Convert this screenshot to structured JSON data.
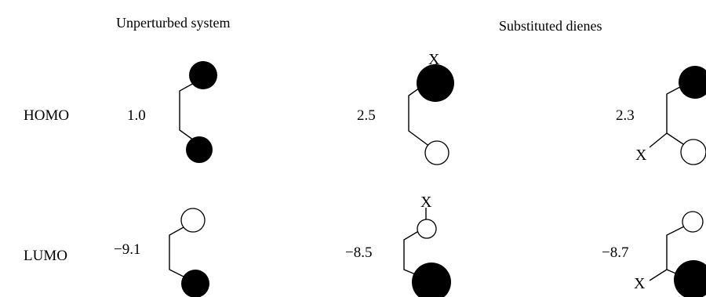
{
  "headers": {
    "unperturbed": "Unperturbed system",
    "substituted": "Substituted dienes"
  },
  "rows": {
    "homo": "HOMO",
    "lumo": "LUMO"
  },
  "energies": {
    "homo_unperturbed": "1.0",
    "homo_sub1": "2.5",
    "homo_sub2": "2.3",
    "lumo_unperturbed": "−9.1",
    "lumo_sub1": "−8.5",
    "lumo_sub2": "−8.7"
  },
  "substituent": "X",
  "colors": {
    "filled_lobe": "#000000",
    "empty_lobe": "#ffffff",
    "line": "#000000"
  }
}
